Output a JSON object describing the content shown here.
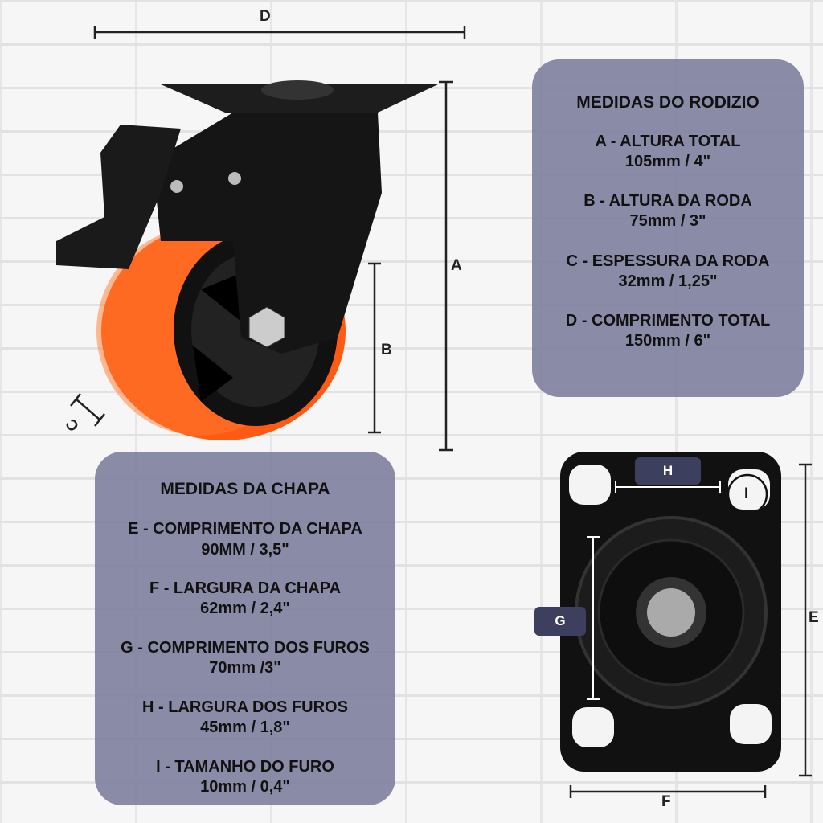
{
  "rodizio": {
    "title": "MEDIDAS DO RODIZIO",
    "items": [
      {
        "label": "A - ALTURA TOTAL",
        "value": "105mm / 4\""
      },
      {
        "label": "B - ALTURA DA RODA",
        "value": "75mm / 3\""
      },
      {
        "label": "C - ESPESSURA DA RODA",
        "value": "32mm / 1,25\""
      },
      {
        "label": "D - COMPRIMENTO TOTAL",
        "value": "150mm / 6\""
      }
    ]
  },
  "chapa": {
    "title": "MEDIDAS DA CHAPA",
    "items": [
      {
        "label": "E - COMPRIMENTO DA CHAPA",
        "value": "90MM / 3,5\""
      },
      {
        "label": "F - LARGURA DA CHAPA",
        "value": "62mm / 2,4\""
      },
      {
        "label": "G - COMPRIMENTO DOS FUROS",
        "value": "70mm /3\""
      },
      {
        "label": "H - LARGURA DOS FUROS",
        "value": "45mm / 1,8\""
      },
      {
        "label": "I - TAMANHO DO FURO",
        "value": "10mm / 0,4\""
      }
    ]
  },
  "dims": {
    "a": "A",
    "b": "B",
    "c": "C",
    "d": "D",
    "e": "E",
    "f": "F",
    "g": "G",
    "h": "H",
    "i": "I"
  },
  "colors": {
    "panel": "#8082a0",
    "wheel": "#ff5a14",
    "badge": "#3c3f5e"
  }
}
